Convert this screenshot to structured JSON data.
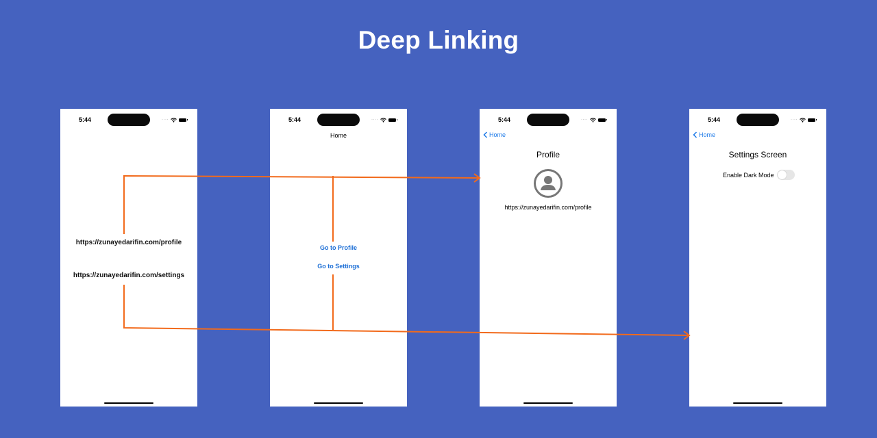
{
  "title": "Deep Linking",
  "status_time": "5:44",
  "colors": {
    "background": "#4562bf",
    "arrow": "#f26a1b",
    "link": "#1d6fd6"
  },
  "phone1": {
    "profile_url": "https://zunayedarifin.com/profile",
    "settings_url": "https://zunayedarifin.com/settings"
  },
  "phone2": {
    "nav_title": "Home",
    "go_profile": "Go to Profile",
    "go_settings": "Go to Settings"
  },
  "phone3": {
    "back_label": "Home",
    "screen_title": "Profile",
    "profile_url": "https://zunayedarifin.com/profile",
    "icon": "person-circle-icon"
  },
  "phone4": {
    "back_label": "Home",
    "screen_title": "Settings Screen",
    "toggle_label": "Enable Dark Mode",
    "toggle_on": false
  }
}
